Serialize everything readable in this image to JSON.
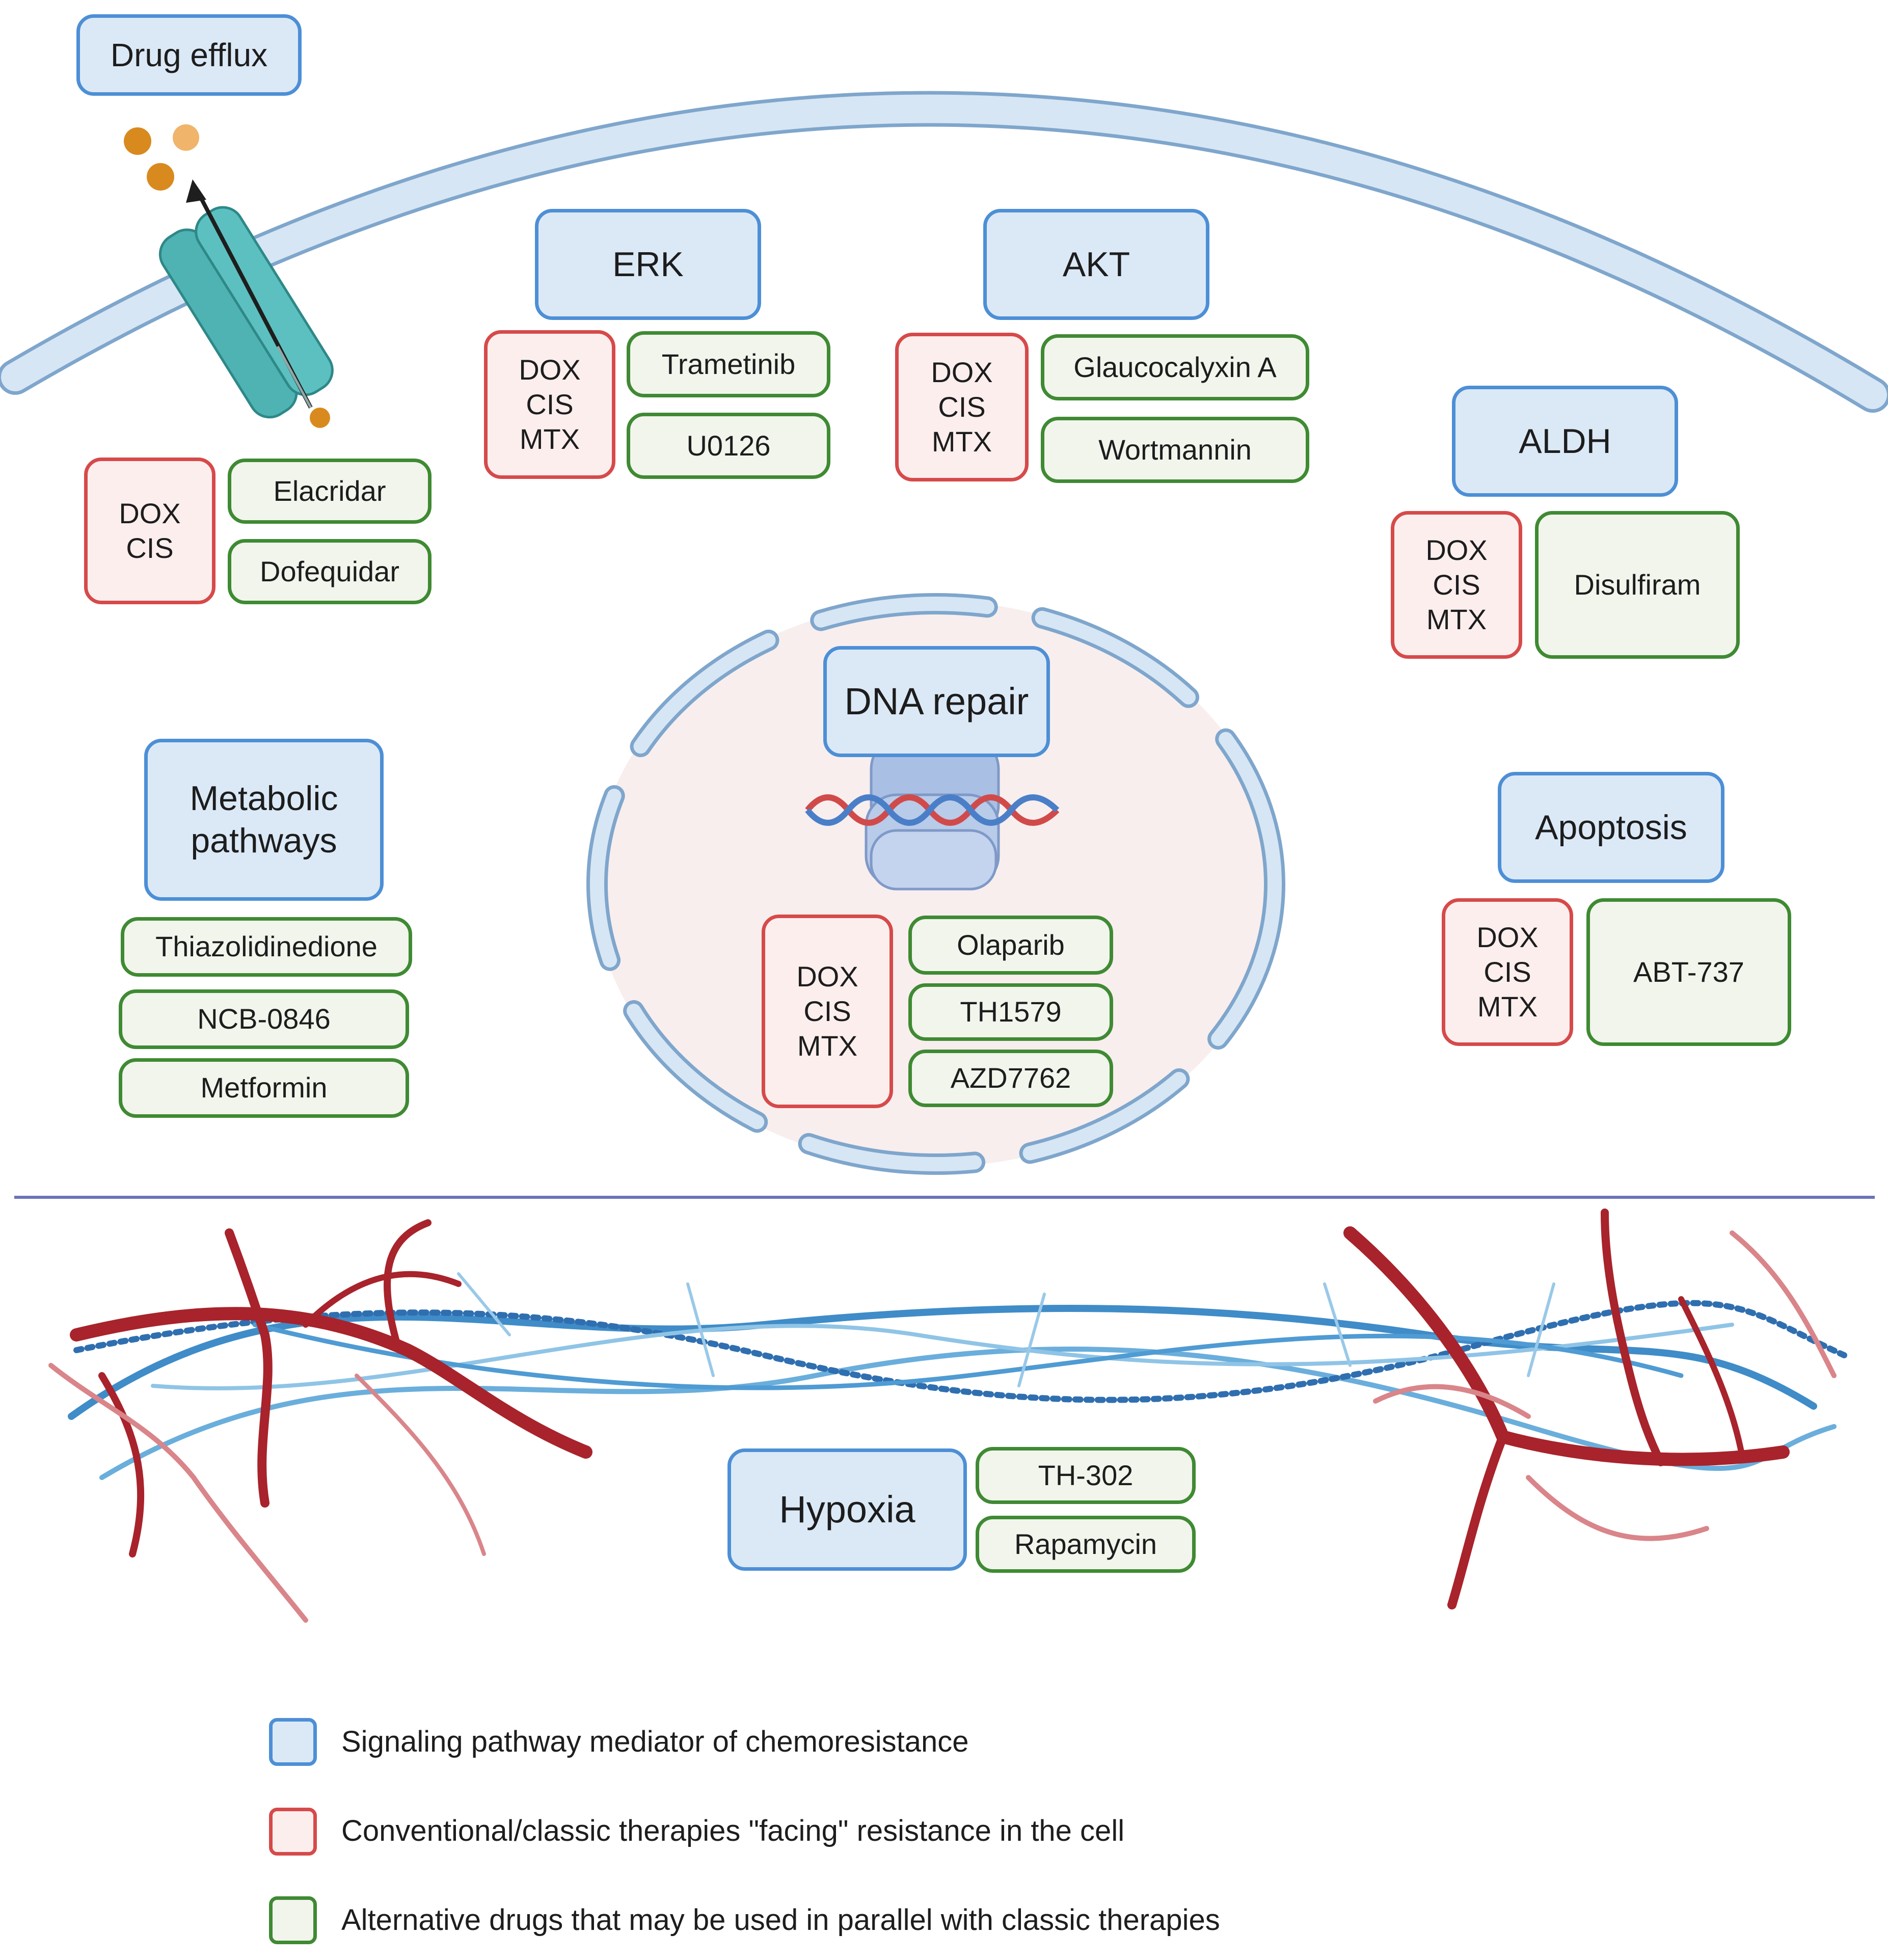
{
  "pathways": {
    "drug_efflux": "Drug efflux",
    "erk": "ERK",
    "akt": "AKT",
    "aldh": "ALDH",
    "dna_repair": "DNA repair",
    "metabolic_line1": "Metabolic",
    "metabolic_line2": "pathways",
    "apoptosis": "Apoptosis",
    "hypoxia": "Hypoxia"
  },
  "classic": {
    "efflux": [
      "DOX",
      "CIS"
    ],
    "erk": [
      "DOX",
      "CIS",
      "MTX"
    ],
    "akt": [
      "DOX",
      "CIS",
      "MTX"
    ],
    "aldh": [
      "DOX",
      "CIS",
      "MTX"
    ],
    "dna_repair": [
      "DOX",
      "CIS",
      "MTX"
    ],
    "apoptosis": [
      "DOX",
      "CIS",
      "MTX"
    ]
  },
  "alternative": {
    "efflux": [
      "Elacridar",
      "Dofequidar"
    ],
    "erk": [
      "Trametinib",
      "U0126"
    ],
    "akt": [
      "Glaucocalyxin A",
      "Wortmannin"
    ],
    "aldh": [
      "Disulfiram"
    ],
    "dna_repair": [
      "Olaparib",
      "TH1579",
      "AZD7762"
    ],
    "metabolic": [
      "Thiazolidinedione",
      "NCB-0846",
      "Metformin"
    ],
    "apoptosis": [
      "ABT-737"
    ],
    "hypoxia": [
      "TH-302",
      "Rapamycin"
    ]
  },
  "legend": [
    {
      "label": "Signaling pathway mediator of chemoresistance",
      "color": "#dbe9f7",
      "border": "#4d8fd6"
    },
    {
      "label": "Conventional/classic therapies \"facing\" resistance in the cell",
      "color": "#fdeeee",
      "border": "#d64a4a"
    },
    {
      "label": "Alternative drugs that may be used in parallel with classic therapies",
      "color": "#f1f5ec",
      "border": "#3f8a33"
    }
  ],
  "colors": {
    "membrane": "#c9dcef",
    "membrane_edge": "#7fa6cc",
    "nucleus_fill": "#f8eeee",
    "transporter": "#4fb3b3",
    "drug_particle": "#d98a1f",
    "vessel": "#a8232b",
    "fiber": "#3f8cc8",
    "divider": "#6b73b8"
  }
}
